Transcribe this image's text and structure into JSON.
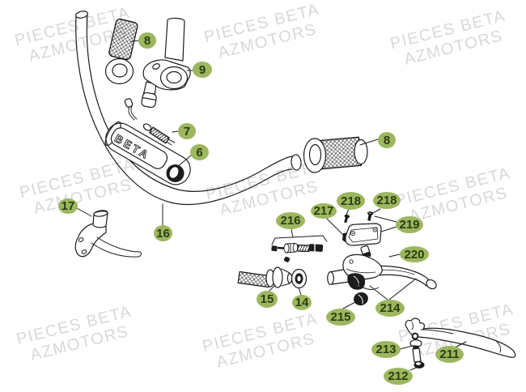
{
  "watermark": {
    "line1": "PIECES BETA",
    "line2": "AZMOTORS",
    "color": "#d8d8d8"
  },
  "diagram": {
    "type": "exploded-parts-diagram",
    "subject": "handlebar-and-controls",
    "pad_logo": "BETA",
    "callout_color": "#9cb75f",
    "callout_text_color": "#2e3c10",
    "line_color": "#1c1c1c",
    "callouts": [
      {
        "id": "grip-left",
        "label": "8"
      },
      {
        "id": "throttle-housing",
        "label": "9"
      },
      {
        "id": "cable-adjuster",
        "label": "7"
      },
      {
        "id": "handlebar-pad",
        "label": "6"
      },
      {
        "id": "grip-right",
        "label": "8"
      },
      {
        "id": "bracket",
        "label": "17"
      },
      {
        "id": "handlebar",
        "label": "16"
      },
      {
        "id": "cable-kit",
        "label": "216"
      },
      {
        "id": "reservoir-cover",
        "label": "217"
      },
      {
        "id": "screw-a",
        "label": "218"
      },
      {
        "id": "screw-b",
        "label": "218"
      },
      {
        "id": "cover-screws",
        "label": "219"
      },
      {
        "id": "master-cylinder",
        "label": "220"
      },
      {
        "id": "brake-lever",
        "label": "214"
      },
      {
        "id": "boot",
        "label": "215"
      },
      {
        "id": "tube",
        "label": "15"
      },
      {
        "id": "washer",
        "label": "14"
      },
      {
        "id": "lever-pivot",
        "label": "213"
      },
      {
        "id": "clutch-lever",
        "label": "211"
      },
      {
        "id": "pivot-screw",
        "label": "212"
      }
    ]
  }
}
